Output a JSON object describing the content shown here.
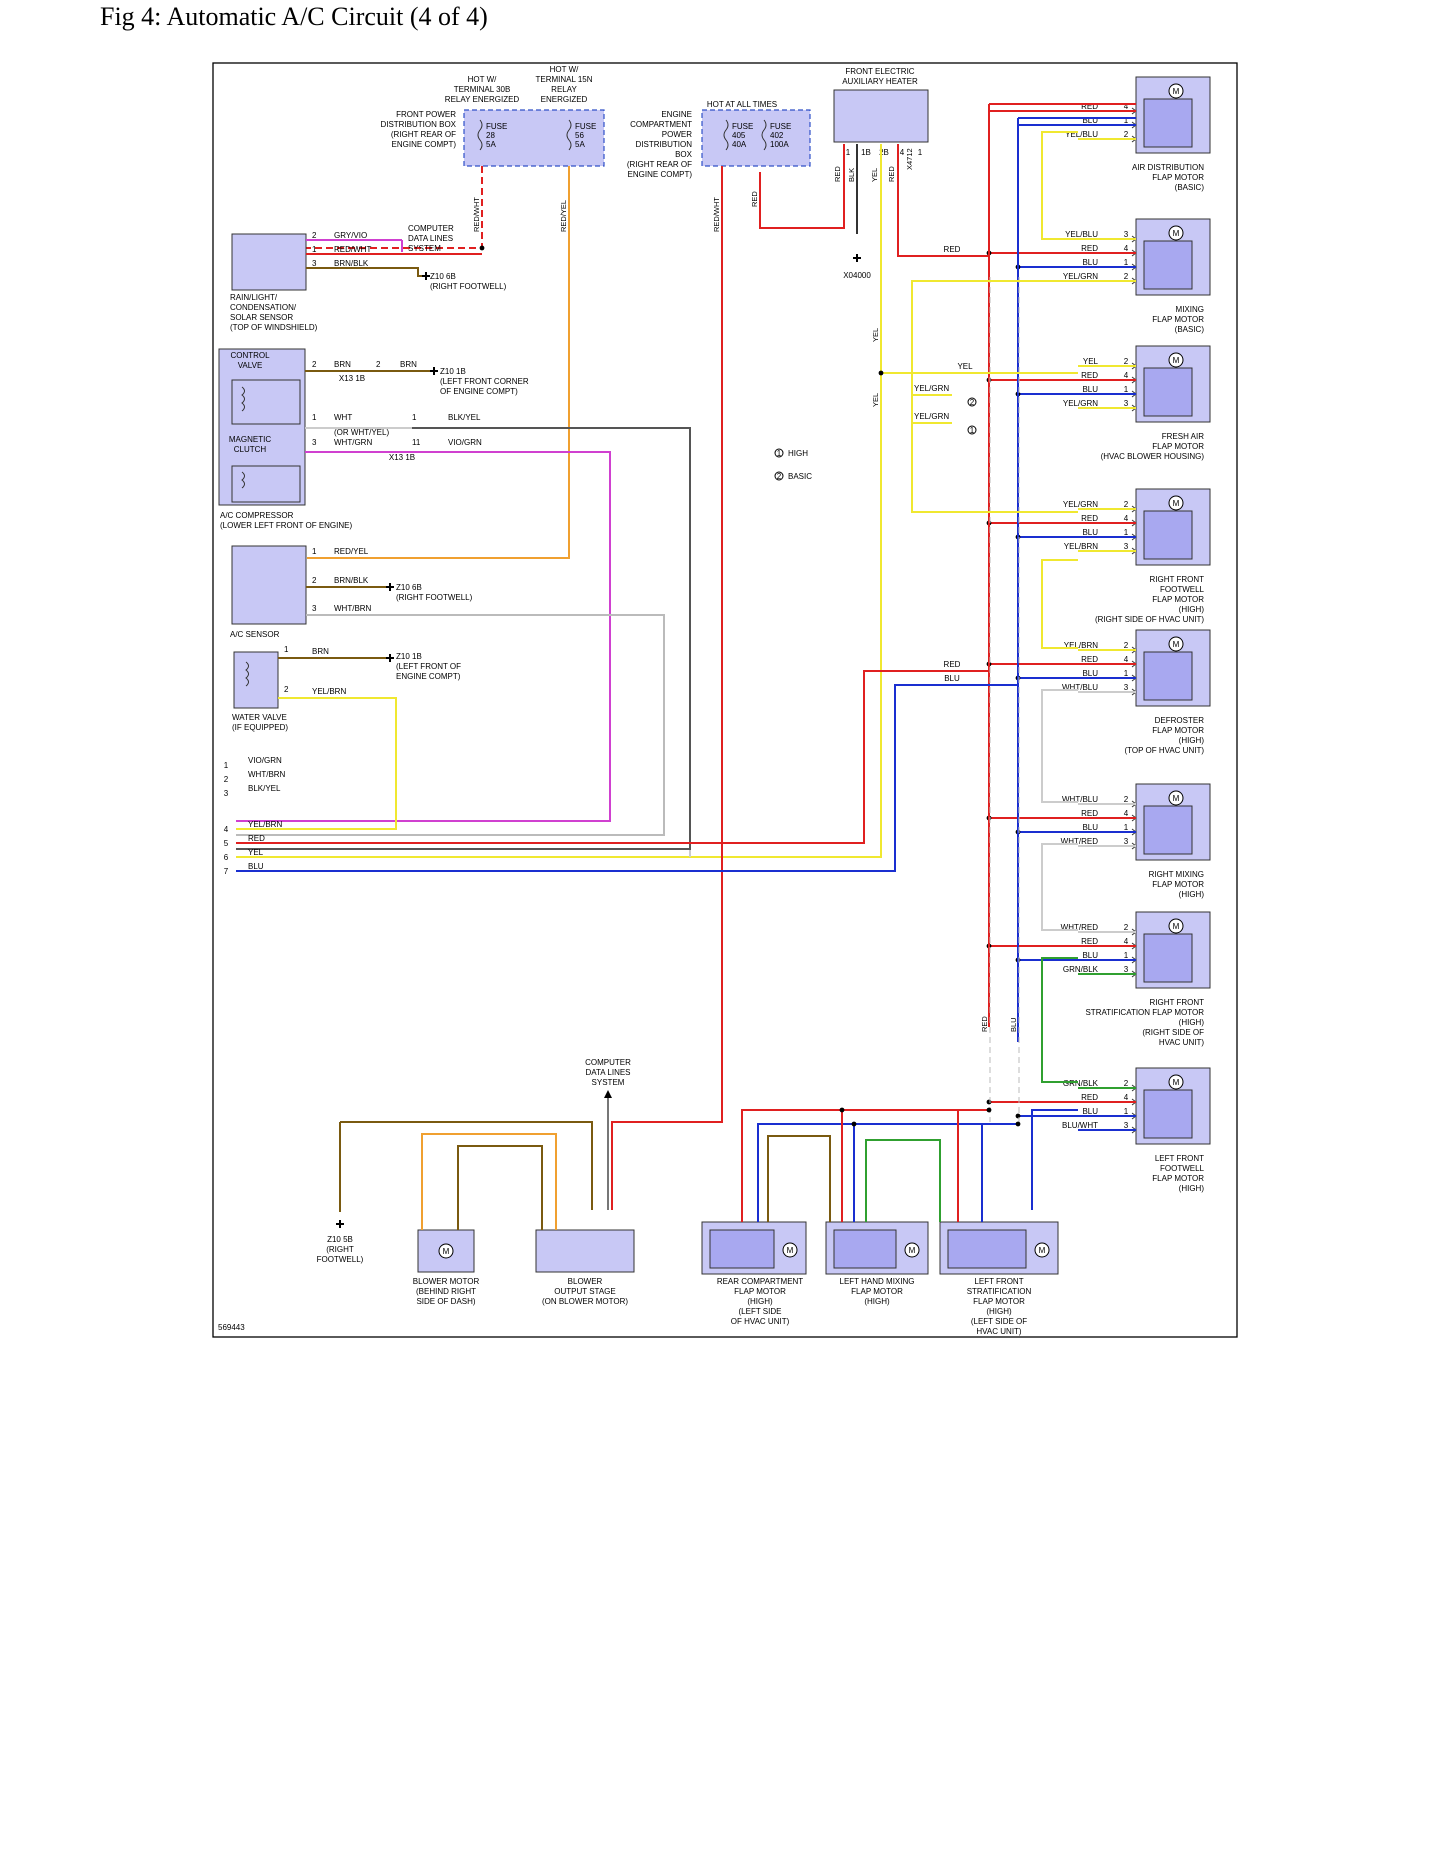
{
  "page": {
    "title": "Fig 4: Automatic A/C Circuit (4 of 4)",
    "figure_id": "569443"
  },
  "colors": {
    "RED": "#e02020",
    "BLU": "#1a2fd0",
    "YEL": "#f0e830",
    "BRN": "#7a5a10",
    "ORG": "#f0a030",
    "GRN": "#30a030",
    "GRY": "#aaaaaa",
    "VIO": "#d040d0",
    "BLK": "#202020",
    "WHT": "#cccccc"
  },
  "headers": {
    "hot30b": [
      "HOT W/",
      "TERMINAL 30B",
      "RELAY ENERGIZED"
    ],
    "hot15n": [
      "HOT W/",
      "TERMINAL 15N",
      "RELAY",
      "ENERGIZED"
    ],
    "hot_all": "HOT AT ALL TIMES",
    "front_aux_heater": [
      "FRONT ELECTRIC",
      "AUXILIARY HEATER"
    ],
    "front_power_box": [
      "FRONT POWER",
      "DISTRIBUTION BOX",
      "(RIGHT REAR OF",
      "ENGINE COMPT)"
    ],
    "engine_power_box": [
      "ENGINE",
      "COMPARTMENT",
      "POWER",
      "DISTRIBUTION",
      "BOX",
      "(RIGHT REAR OF",
      "ENGINE COMPT)"
    ]
  },
  "fuses": {
    "f28": [
      "FUSE",
      "28",
      "5A"
    ],
    "f56": [
      "FUSE",
      "56",
      "5A"
    ],
    "f405": [
      "FUSE",
      "405",
      "40A"
    ],
    "f402": [
      "FUSE",
      "402",
      "100A"
    ]
  },
  "motors_right": [
    {
      "id": "air",
      "label": [
        "AIR DISTRIBUTION",
        "FLAP MOTOR",
        "(BASIC)"
      ],
      "pins": [
        {
          "color": "RED",
          "num": "4"
        },
        {
          "color": "BLU",
          "num": "1"
        },
        {
          "color": "YEL/BLU",
          "num": "2"
        }
      ]
    },
    {
      "id": "mixing",
      "label": [
        "MIXING",
        "FLAP MOTOR",
        "(BASIC)"
      ],
      "pins": [
        {
          "color": "YEL/BLU",
          "num": "3"
        },
        {
          "color": "RED",
          "num": "4"
        },
        {
          "color": "BLU",
          "num": "1"
        },
        {
          "color": "YEL/GRN",
          "num": "2"
        }
      ]
    },
    {
      "id": "fresh",
      "label": [
        "FRESH AIR",
        "FLAP MOTOR",
        "(HVAC BLOWER HOUSING)"
      ],
      "pins": [
        {
          "color": "YEL",
          "num": "2"
        },
        {
          "color": "RED",
          "num": "4"
        },
        {
          "color": "BLU",
          "num": "1"
        },
        {
          "color": "YEL/GRN",
          "num": "3"
        }
      ]
    },
    {
      "id": "rff",
      "label": [
        "RIGHT FRONT",
        "FOOTWELL",
        "FLAP MOTOR",
        "(HIGH)",
        "(RIGHT SIDE OF HVAC UNIT)"
      ],
      "pins": [
        {
          "color": "YEL/GRN",
          "num": "2"
        },
        {
          "color": "RED",
          "num": "4"
        },
        {
          "color": "BLU",
          "num": "1"
        },
        {
          "color": "YEL/BRN",
          "num": "3"
        }
      ]
    },
    {
      "id": "def",
      "label": [
        "DEFROSTER",
        "FLAP MOTOR",
        "(HIGH)",
        "(TOP OF HVAC UNIT)"
      ],
      "pins": [
        {
          "color": "YEL/BRN",
          "num": "2"
        },
        {
          "color": "RED",
          "num": "4"
        },
        {
          "color": "BLU",
          "num": "1"
        },
        {
          "color": "WHT/BLU",
          "num": "3"
        }
      ]
    },
    {
      "id": "rmix",
      "label": [
        "RIGHT MIXING",
        "FLAP MOTOR",
        "(HIGH)"
      ],
      "pins": [
        {
          "color": "WHT/BLU",
          "num": "2"
        },
        {
          "color": "RED",
          "num": "4"
        },
        {
          "color": "BLU",
          "num": "1"
        },
        {
          "color": "WHT/RED",
          "num": "3"
        }
      ]
    },
    {
      "id": "rfs",
      "label": [
        "RIGHT FRONT",
        "STRATIFICATION FLAP MOTOR",
        "(HIGH)",
        "(RIGHT SIDE OF",
        "HVAC UNIT)"
      ],
      "pins": [
        {
          "color": "WHT/RED",
          "num": "2"
        },
        {
          "color": "RED",
          "num": "4"
        },
        {
          "color": "BLU",
          "num": "1"
        },
        {
          "color": "GRN/BLK",
          "num": "3"
        }
      ]
    },
    {
      "id": "lff",
      "label": [
        "LEFT FRONT",
        "FOOTWELL",
        "FLAP MOTOR",
        "(HIGH)"
      ],
      "pins": [
        {
          "color": "GRN/BLK",
          "num": "2"
        },
        {
          "color": "RED",
          "num": "4"
        },
        {
          "color": "BLU",
          "num": "1"
        },
        {
          "color": "BLU/WHT",
          "num": "3"
        }
      ]
    }
  ],
  "left": {
    "rain_sensor": {
      "label": [
        "RAIN/LIGHT/",
        "CONDENSATION/",
        "SOLAR SENSOR",
        "(TOP OF WINDSHIELD)"
      ],
      "pins": [
        {
          "num": "2",
          "color": "GRY/VIO"
        },
        {
          "num": "1",
          "color": "RED/WHT"
        },
        {
          "num": "3",
          "color": "BRN/BLK"
        }
      ]
    },
    "computer_data": [
      "COMPUTER",
      "DATA LINES",
      "SYSTEM"
    ],
    "z10_6b_a": [
      "Z10 6B",
      "(RIGHT FOOTWELL)"
    ],
    "compressor": {
      "label": [
        "A/C COMPRESSOR",
        "(LOWER LEFT FRONT OF ENGINE)"
      ],
      "control_valve": [
        "CONTROL",
        "VALVE"
      ],
      "clutch": [
        "MAGNETIC",
        "CLUTCH"
      ]
    },
    "comp_wires": {
      "brn": "BRN",
      "pin2": "2",
      "x13": "X13 1B",
      "z10_1b": [
        "Z10 1B",
        "(LEFT FRONT CORNER",
        "OF ENGINE COMPT)"
      ],
      "wht": "WHT",
      "or_wht_yel": "(OR WHT/YEL)",
      "blk_yel": "BLK/YEL",
      "wht_grn": "WHT/GRN",
      "vio_grn": "VIO/GRN",
      "pin1": "1",
      "pin3": "3",
      "pin11": "11"
    },
    "ac_sensor": {
      "label": "A/C SENSOR",
      "pins": [
        {
          "num": "1",
          "color": "RED/YEL"
        },
        {
          "num": "2",
          "color": "BRN/BLK"
        },
        {
          "num": "3",
          "color": "WHT/BRN"
        }
      ],
      "z10": [
        "Z10 6B",
        "(RIGHT FOOTWELL)"
      ]
    },
    "water_valve": {
      "label": [
        "WATER VALVE",
        "(IF EQUIPPED)"
      ],
      "pins": [
        {
          "num": "1",
          "color": "BRN"
        },
        {
          "num": "2",
          "color": "YEL/BRN"
        }
      ],
      "z10": [
        "Z10 1B",
        "(LEFT FRONT OF",
        "ENGINE COMPT)"
      ]
    },
    "bus": [
      {
        "num": "1",
        "color": "VIO/GRN"
      },
      {
        "num": "2",
        "color": "WHT/BRN"
      },
      {
        "num": "3",
        "color": "BLK/YEL"
      },
      {
        "num": "4",
        "color": "YEL/BRN"
      },
      {
        "num": "5",
        "color": "RED"
      },
      {
        "num": "6",
        "color": "YEL"
      },
      {
        "num": "7",
        "color": "BLU"
      }
    ]
  },
  "legend": [
    {
      "num": "1",
      "text": "HIGH"
    },
    {
      "num": "2",
      "text": "BASIC"
    }
  ],
  "mid_labels": {
    "yel": "YEL",
    "yel_grn": "YEL/GRN",
    "red": "RED",
    "blu": "BLU",
    "ground": "X04000",
    "blk": "BLK",
    "x4712": "X4712",
    "red_wht": "RED/WHT",
    "red_yel": "RED/YEL"
  },
  "bottom": {
    "computer_data": [
      "COMPUTER",
      "DATA LINES",
      "SYSTEM"
    ],
    "z10_5b": [
      "Z10 5B",
      "(RIGHT",
      "FOOTWELL)"
    ],
    "blower_motor": [
      "BLOWER MOTOR",
      "(BEHIND RIGHT",
      "SIDE OF DASH)"
    ],
    "blower_stage": [
      "BLOWER",
      "OUTPUT STAGE",
      "(ON BLOWER MOTOR)"
    ],
    "rear_comp": [
      "REAR COMPARTMENT",
      "FLAP MOTOR",
      "(HIGH)",
      "(LEFT SIDE",
      "OF HVAC UNIT)"
    ],
    "left_mix": [
      "LEFT HAND MIXING",
      "FLAP MOTOR",
      "(HIGH)"
    ],
    "left_strat": [
      "LEFT FRONT",
      "STRATIFICATION",
      "FLAP MOTOR",
      "(HIGH)",
      "(LEFT SIDE OF",
      "HVAC UNIT)"
    ]
  }
}
